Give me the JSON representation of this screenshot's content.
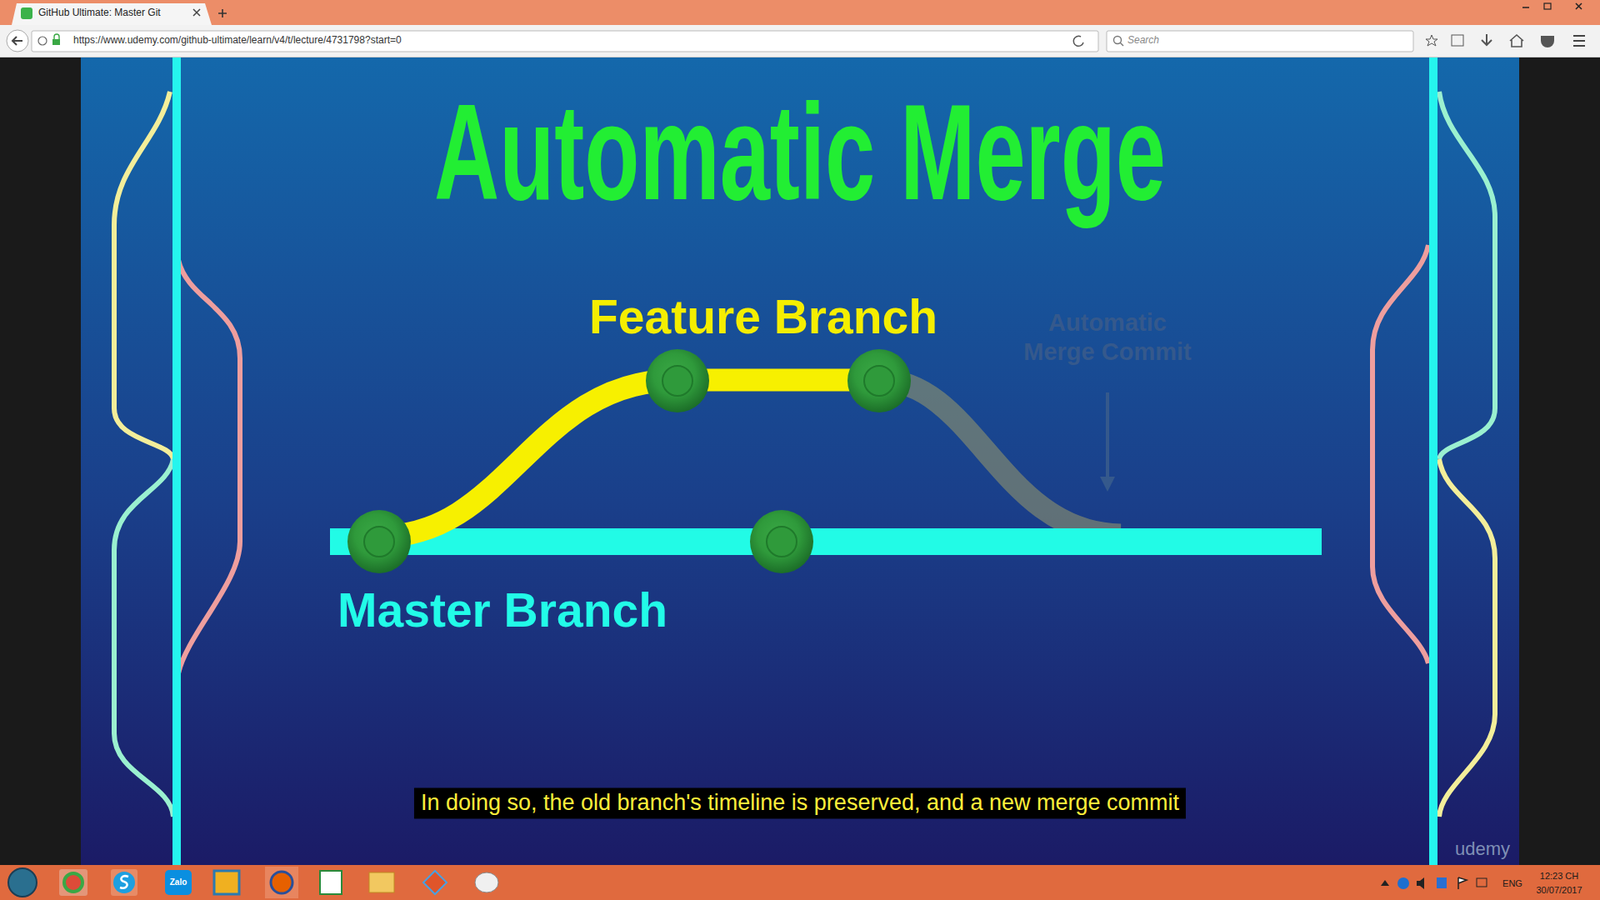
{
  "diagram": {
    "title": "Automatic Merge",
    "caption": "In doing so, the old branch's timeline is preserved, and a new merge commit",
    "labels": [
      "GitHub Ultimate: Master Git",
      "https://www.udemy.com/github-ultimate/learn/v4/t/lecture/4731798?start=0",
      "Search",
      "Feature Branch",
      "Master Branch",
      "Automatic Merge Commit",
      "udemy",
      "Zalo",
      "ENG",
      "12:23 CH",
      "30/07/2017"
    ]
  }
}
